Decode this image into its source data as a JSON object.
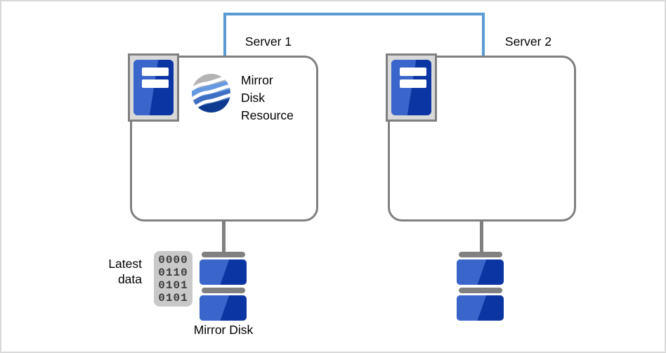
{
  "colors": {
    "connector_blue": "#5b9bd5",
    "outline_gray": "#808080",
    "disk_blue_light": "#3a66cc",
    "disk_blue_dark": "#0c35a4",
    "frame_gray": "#d9d9d9",
    "panel_gray": "#c9c9c9",
    "globe_gray": "#b3b3b3",
    "globe_blue_light": "#6699e0",
    "globe_blue_mid": "#3e6ec5",
    "globe_blue_dark": "#0d3a8e"
  },
  "servers": [
    {
      "label": "Server 1"
    },
    {
      "label": "Server 2"
    }
  ],
  "mirror_disk_resource": {
    "lines": [
      "Mirror",
      "Disk",
      "Resource"
    ]
  },
  "latest_data": {
    "lines": [
      "Latest",
      "data"
    ]
  },
  "binary_rows": [
    "0000",
    "0110",
    "0101",
    "0101"
  ],
  "mirror_disk_label": "Mirror Disk"
}
